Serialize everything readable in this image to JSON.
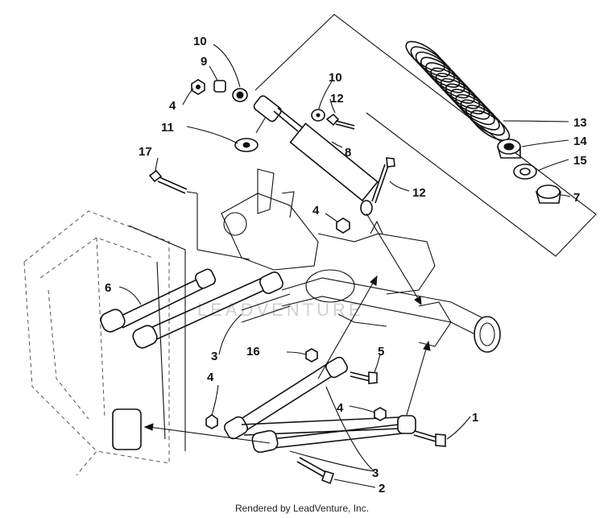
{
  "callouts": {
    "c1": "1",
    "c2": "2",
    "c3a": "3",
    "c3b": "3",
    "c4a": "4",
    "c4b": "4",
    "c4c": "4",
    "c4d": "4",
    "c5": "5",
    "c6": "6",
    "c7": "7",
    "c8": "8",
    "c9": "9",
    "c10a": "10",
    "c10b": "10",
    "c11": "11",
    "c12a": "12",
    "c12b": "12",
    "c13": "13",
    "c14": "14",
    "c15": "15",
    "c16": "16",
    "c17": "17"
  },
  "watermark": "LEADVENTURE",
  "credit": "Rendered by LeadVenture, Inc."
}
